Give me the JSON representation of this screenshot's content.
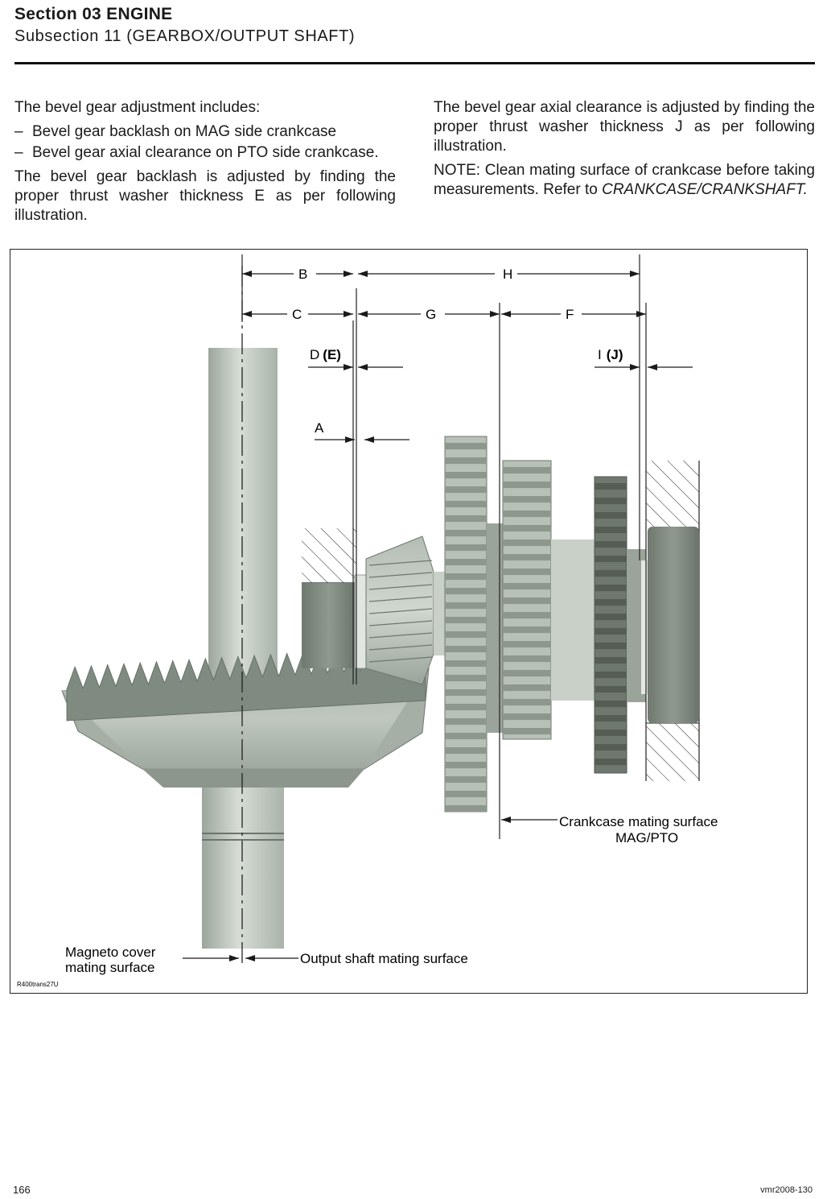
{
  "header": {
    "section": "Section 03 ENGINE",
    "subsection": "Subsection 11 (GEARBOX/OUTPUT SHAFT)"
  },
  "left_column": {
    "intro": "The bevel gear adjustment includes:",
    "bullets": [
      "Bevel gear backlash on MAG side crankcase",
      "Bevel gear axial clearance on PTO side crankcase."
    ],
    "backlash": "The bevel gear backlash is adjusted by finding the proper thrust washer thickness E as per following illustration."
  },
  "right_column": {
    "axial": "The bevel gear axial clearance is adjusted by finding the proper thrust washer thickness J as per following illustration.",
    "note_prefix": "NOTE:",
    "note_text": " Clean mating surface of crankcase before taking measurements. Refer to ",
    "note_ref": "CRANKCASE/CRANKSHAFT."
  },
  "figure": {
    "labels": {
      "B": "B",
      "H": "H",
      "C": "C",
      "G": "G",
      "F": "F",
      "D": "D",
      "E": "(E)",
      "I": "I",
      "J": "(J)",
      "A": "A"
    },
    "crankcase_line1": "Crankcase mating surface",
    "crankcase_line2": "MAG/PTO",
    "magneto_line1": "Magneto cover",
    "magneto_line2": "mating surface",
    "output_shaft": "Output shaft mating surface",
    "code": "R400trans27U",
    "colors": {
      "gear": "#8f9a90",
      "shaft": "#c5ccc4",
      "dark": "#6d776f",
      "ink": "#1a1a1a"
    }
  },
  "footer": {
    "page": "166",
    "code": "vmr2008-130"
  }
}
